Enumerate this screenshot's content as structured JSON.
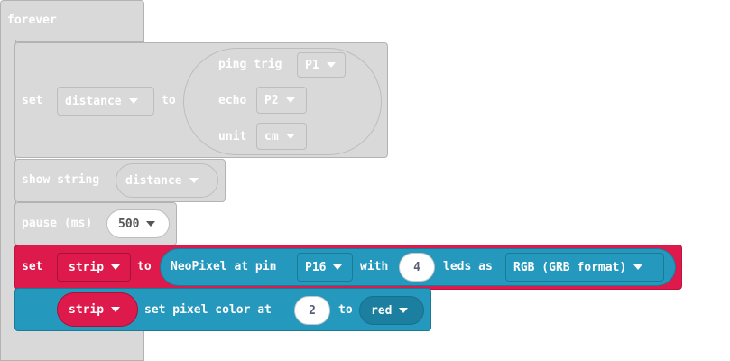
{
  "forever": {
    "label": "forever"
  },
  "set_distance": {
    "set_label": "set",
    "variable": "distance",
    "to_label": "to",
    "ping_label": "ping trig",
    "trig_pin": "P1",
    "echo_label": "echo",
    "echo_pin": "P2",
    "unit_label": "unit",
    "unit_value": "cm"
  },
  "show_string": {
    "label": "show string",
    "value": "distance"
  },
  "pause": {
    "label": "pause (ms)",
    "value": "500"
  },
  "set_strip": {
    "set_label": "set",
    "variable": "strip",
    "to_label": "to",
    "neopixel_label": "NeoPixel at pin",
    "pin": "P16",
    "with_label": "with",
    "leds": "4",
    "leds_as_label": "leds as",
    "format": "RGB (GRB format)"
  },
  "set_pixel": {
    "strip": "strip",
    "label": "set pixel color at",
    "index": "2",
    "to_label": "to",
    "color": "red"
  },
  "colors": {
    "grey": "#d9d9d9",
    "neopixel_red": "#dd1a4b",
    "neopixel_blue": "#2598bd",
    "dropdown_dark": "#1c7fa0"
  }
}
